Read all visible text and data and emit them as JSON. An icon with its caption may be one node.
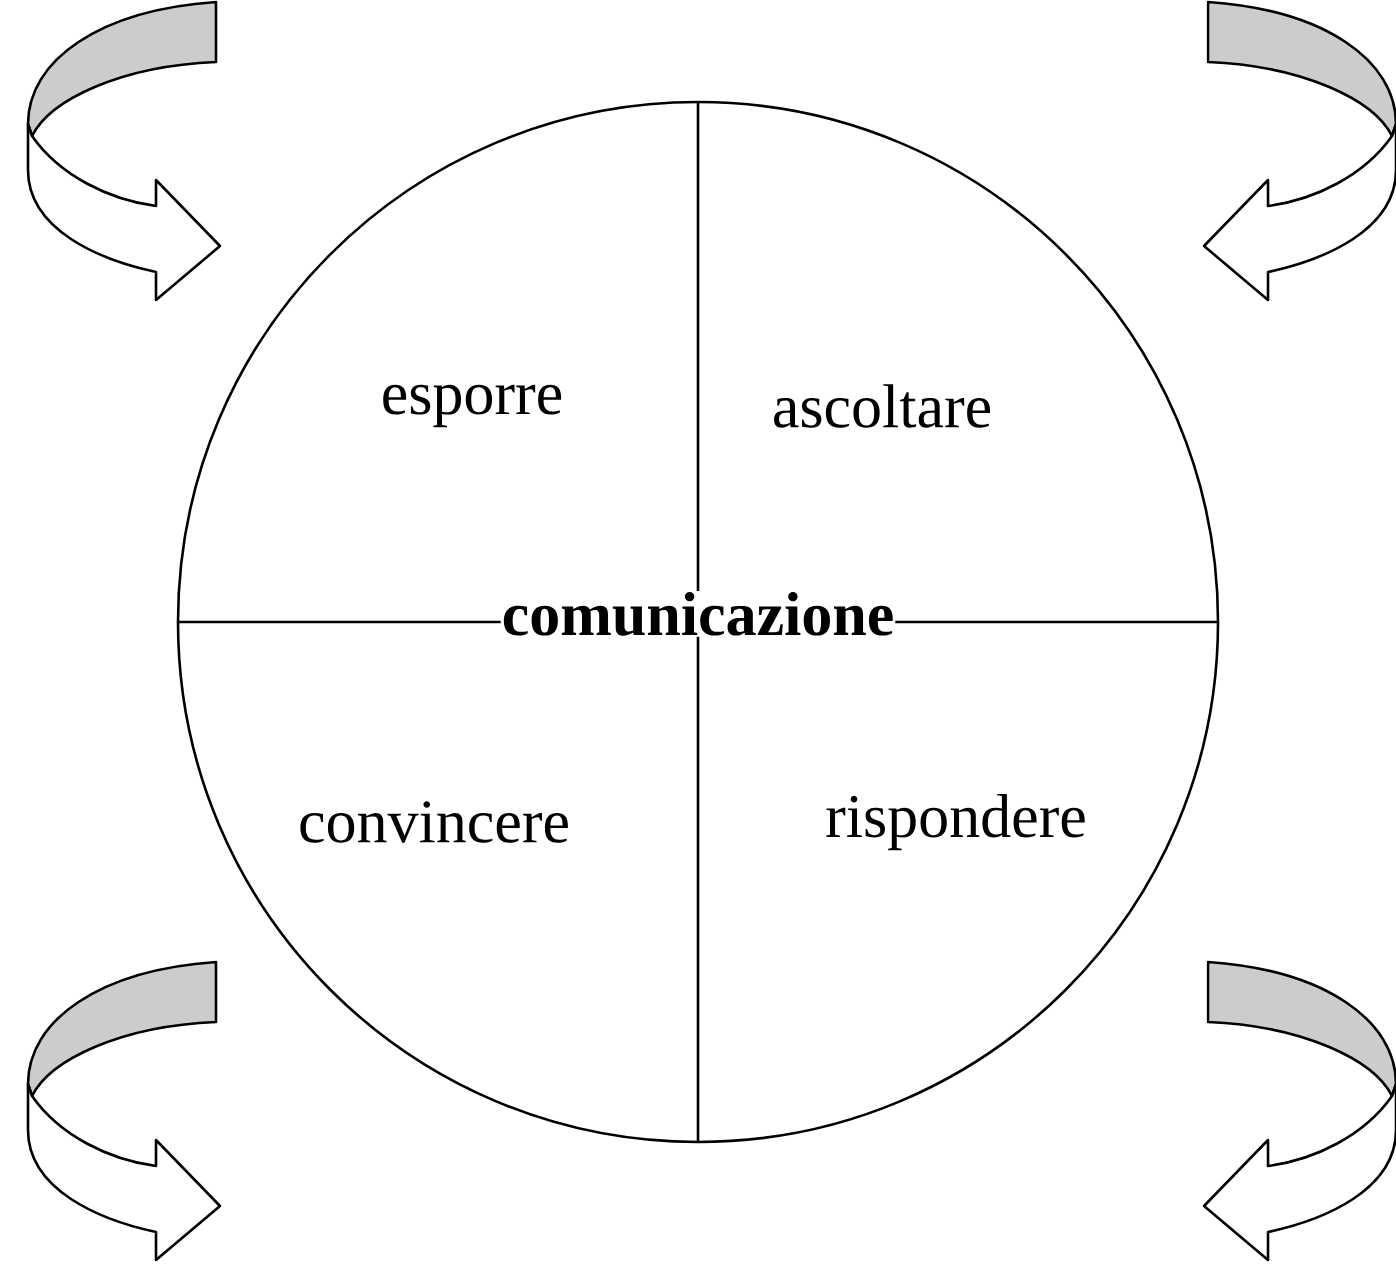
{
  "diagram": {
    "nodes": [
      {
        "text": [
          "comunicazione"
        ]
      }
    ],
    "labels": [
      "esporre",
      "ascoltare",
      "convincere",
      "rispondere"
    ]
  }
}
